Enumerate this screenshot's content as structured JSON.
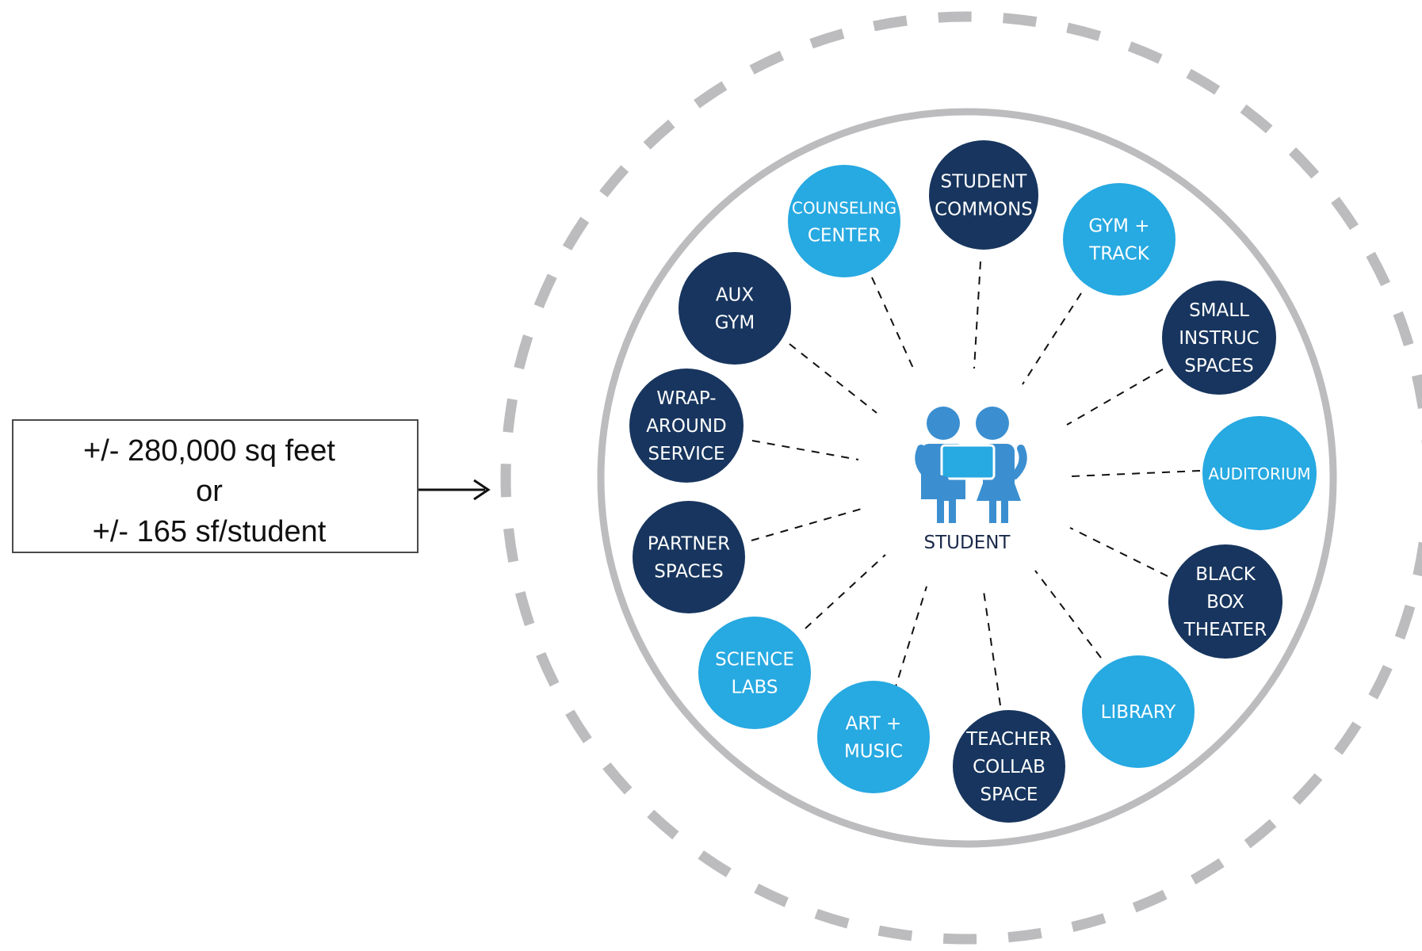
{
  "info_box": {
    "lines": [
      "+/- 280,000 sq feet",
      "or",
      "+/- 165 sf/student"
    ]
  },
  "center": {
    "label": "STUDENT",
    "icon": "students-with-tablet-icon"
  },
  "colors": {
    "dark_node": "#17355e",
    "light_node": "#27a9e1",
    "ring": "#bcbcbe",
    "icon": "#3b8fd0"
  },
  "nodes": [
    {
      "id": "student-commons",
      "lines": [
        "STUDENT",
        "COMMONS"
      ],
      "tone": "dark"
    },
    {
      "id": "gym-track",
      "lines": [
        "GYM +",
        "TRACK"
      ],
      "tone": "light"
    },
    {
      "id": "small-instruc-spaces",
      "lines": [
        "SMALL",
        "INSTRUC",
        "SPACES"
      ],
      "tone": "dark"
    },
    {
      "id": "auditorium",
      "lines": [
        "AUDITORIUM"
      ],
      "tone": "light"
    },
    {
      "id": "black-box-theater",
      "lines": [
        "BLACK",
        "BOX",
        "THEATER"
      ],
      "tone": "dark"
    },
    {
      "id": "library",
      "lines": [
        "LIBRARY"
      ],
      "tone": "light"
    },
    {
      "id": "teacher-collab-space",
      "lines": [
        "TEACHER",
        "COLLAB",
        "SPACE"
      ],
      "tone": "dark"
    },
    {
      "id": "art-music",
      "lines": [
        "ART +",
        "MUSIC"
      ],
      "tone": "light"
    },
    {
      "id": "science-labs",
      "lines": [
        "SCIENCE",
        "LABS"
      ],
      "tone": "light"
    },
    {
      "id": "partner-spaces",
      "lines": [
        "PARTNER",
        "SPACES"
      ],
      "tone": "dark"
    },
    {
      "id": "wrap-around-service",
      "lines": [
        "WRAP-",
        "AROUND",
        "SERVICE"
      ],
      "tone": "dark"
    },
    {
      "id": "aux-gym",
      "lines": [
        "AUX",
        "GYM"
      ],
      "tone": "dark"
    },
    {
      "id": "counseling-center",
      "lines": [
        "COUNSELING",
        "CENTER"
      ],
      "tone": "light"
    }
  ]
}
